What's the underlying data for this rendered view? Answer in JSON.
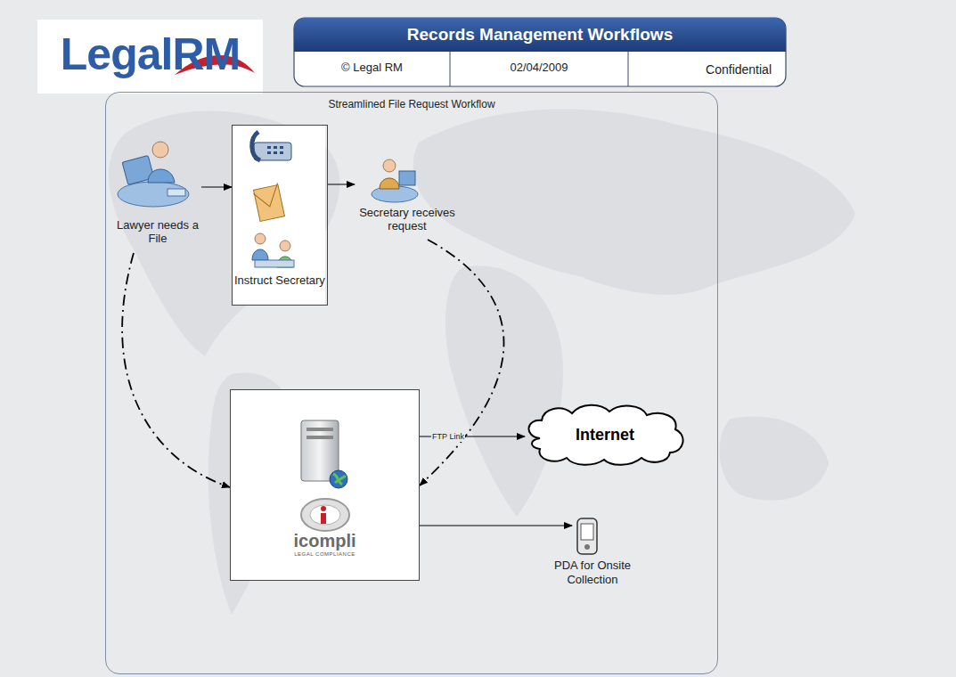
{
  "diagram": {
    "title": "Records Management Workflows",
    "nodes": [
      {
        "text": [
          "Streamlined File Request Workflow"
        ]
      },
      {
        "text": [
          "Lawyer needs a File"
        ],
        "in": 0
      },
      {
        "text": [
          "Instruct Secretary"
        ],
        "in": 0
      },
      {
        "text": [
          "Secretary receives request"
        ],
        "in": 0
      },
      {
        "text": [
          "icompli",
          "LEGAL COMPLIANCE"
        ],
        "in": 0
      },
      {
        "text": [
          "Internet"
        ],
        "in": 0
      },
      {
        "text": [
          "PDA for Onsite Collection"
        ],
        "in": 0
      }
    ],
    "edges": [
      {
        "from": 1,
        "to": 2,
        "arrow": "to"
      },
      {
        "from": 2,
        "to": 3,
        "arrow": "to"
      },
      {
        "from": 1,
        "to": 4,
        "arrow": "to"
      },
      {
        "from": 3,
        "to": 4,
        "arrow": "to"
      },
      {
        "from": 4,
        "to": 5,
        "label": "FTP Link",
        "arrow": "to"
      },
      {
        "from": 4,
        "to": 6,
        "arrow": "to"
      }
    ],
    "labels": [
      "LegalRM",
      "© Legal RM",
      "02/04/2009",
      "Confidential"
    ]
  }
}
